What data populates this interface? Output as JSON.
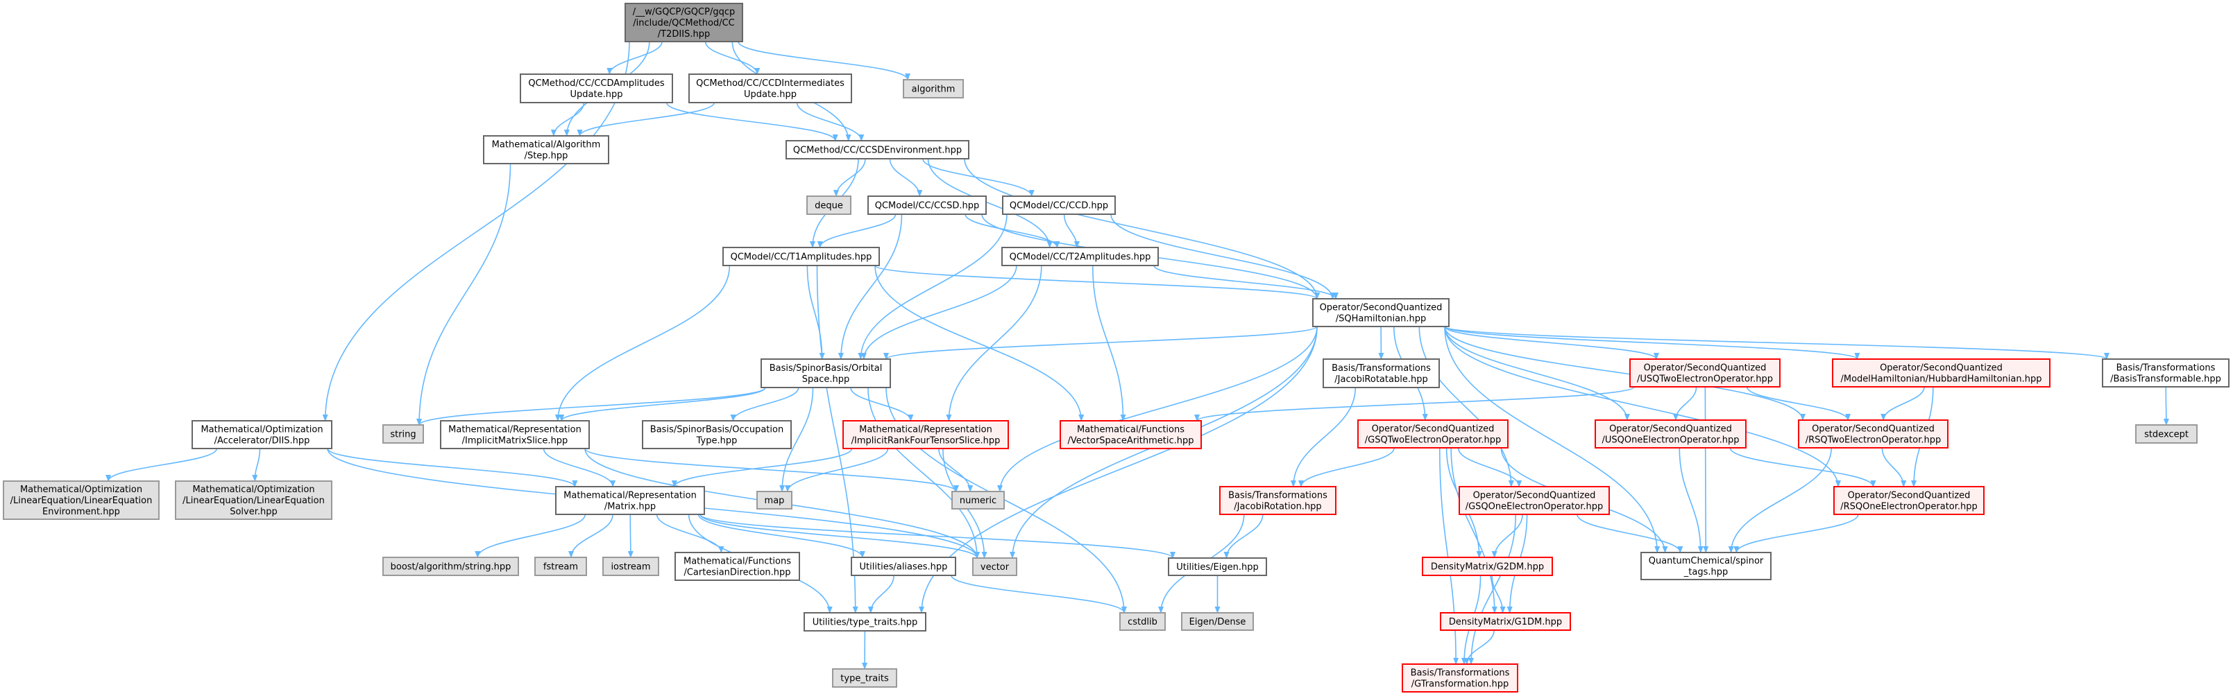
{
  "colors": {
    "edge": "#63b8ff",
    "truncated_border": "#ff0000",
    "root_fill": "#999999",
    "system_fill": "#e0e0e0"
  },
  "nodes": [
    {
      "id": "root",
      "kind": "root",
      "lines": [
        "/__w/GQCP/GQCP/gqcp",
        "/include/QCMethod/CC",
        "/T2DIIS.hpp"
      ]
    },
    {
      "id": "ccdamp",
      "kind": "normal",
      "lines": [
        "QCMethod/CC/CCDAmplitudes",
        "Update.hpp"
      ]
    },
    {
      "id": "ccdint",
      "kind": "normal",
      "lines": [
        "QCMethod/CC/CCDIntermediates",
        "Update.hpp"
      ]
    },
    {
      "id": "algorithm",
      "kind": "gray",
      "lines": [
        "algorithm"
      ]
    },
    {
      "id": "step",
      "kind": "normal",
      "lines": [
        "Mathematical/Algorithm",
        "/Step.hpp"
      ]
    },
    {
      "id": "ccsdenv",
      "kind": "normal",
      "lines": [
        "QCMethod/CC/CCSDEnvironment.hpp"
      ]
    },
    {
      "id": "deque",
      "kind": "gray",
      "lines": [
        "deque"
      ]
    },
    {
      "id": "ccsd",
      "kind": "normal",
      "lines": [
        "QCModel/CC/CCSD.hpp"
      ]
    },
    {
      "id": "ccd",
      "kind": "normal",
      "lines": [
        "QCModel/CC/CCD.hpp"
      ]
    },
    {
      "id": "t1",
      "kind": "normal",
      "lines": [
        "QCModel/CC/T1Amplitudes.hpp"
      ]
    },
    {
      "id": "t2",
      "kind": "normal",
      "lines": [
        "QCModel/CC/T2Amplitudes.hpp"
      ]
    },
    {
      "id": "sqh",
      "kind": "normal",
      "lines": [
        "Operator/SecondQuantized",
        "/SQHamiltonian.hpp"
      ]
    },
    {
      "id": "orbital",
      "kind": "normal",
      "lines": [
        "Basis/SpinorBasis/Orbital",
        "Space.hpp"
      ]
    },
    {
      "id": "jacobirotatable",
      "kind": "normal",
      "lines": [
        "Basis/Transformations",
        "/JacobiRotatable.hpp"
      ]
    },
    {
      "id": "usqtwo",
      "kind": "red",
      "lines": [
        "Operator/SecondQuantized",
        "/USQTwoElectronOperator.hpp"
      ]
    },
    {
      "id": "hubbard",
      "kind": "red",
      "lines": [
        "Operator/SecondQuantized",
        "/ModelHamiltonian/HubbardHamiltonian.hpp"
      ]
    },
    {
      "id": "basistransformable",
      "kind": "normal",
      "lines": [
        "Basis/Transformations",
        "/BasisTransformable.hpp"
      ]
    },
    {
      "id": "string",
      "kind": "gray",
      "lines": [
        "string"
      ]
    },
    {
      "id": "diis",
      "kind": "normal",
      "lines": [
        "Mathematical/Optimization",
        "/Accelerator/DIIS.hpp"
      ]
    },
    {
      "id": "ims",
      "kind": "normal",
      "lines": [
        "Mathematical/Representation",
        "/ImplicitMatrixSlice.hpp"
      ]
    },
    {
      "id": "occupation",
      "kind": "normal",
      "lines": [
        "Basis/SpinorBasis/Occupation",
        "Type.hpp"
      ]
    },
    {
      "id": "irfts",
      "kind": "red",
      "lines": [
        "Mathematical/Representation",
        "/ImplicitRankFourTensorSlice.hpp"
      ]
    },
    {
      "id": "vsa",
      "kind": "red",
      "lines": [
        "Mathematical/Functions",
        "/VectorSpaceArithmetic.hpp"
      ]
    },
    {
      "id": "gsqtwo",
      "kind": "red",
      "lines": [
        "Operator/SecondQuantized",
        "/GSQTwoElectronOperator.hpp"
      ]
    },
    {
      "id": "usqone",
      "kind": "red",
      "lines": [
        "Operator/SecondQuantized",
        "/USQOneElectronOperator.hpp"
      ]
    },
    {
      "id": "rsqtwo",
      "kind": "red",
      "lines": [
        "Operator/SecondQuantized",
        "/RSQTwoElectronOperator.hpp"
      ]
    },
    {
      "id": "stdexcept",
      "kind": "gray",
      "lines": [
        "stdexcept"
      ]
    },
    {
      "id": "lee",
      "kind": "gray",
      "lines": [
        "Mathematical/Optimization",
        "/LinearEquation/LinearEquation",
        "Environment.hpp"
      ]
    },
    {
      "id": "les",
      "kind": "gray",
      "lines": [
        "Mathematical/Optimization",
        "/LinearEquation/LinearEquation",
        "Solver.hpp"
      ]
    },
    {
      "id": "matrix",
      "kind": "normal",
      "lines": [
        "Mathematical/Representation",
        "/Matrix.hpp"
      ]
    },
    {
      "id": "map",
      "kind": "gray",
      "lines": [
        "map"
      ]
    },
    {
      "id": "numeric",
      "kind": "gray",
      "lines": [
        "numeric"
      ]
    },
    {
      "id": "jacobirot",
      "kind": "red",
      "lines": [
        "Basis/Transformations",
        "/JacobiRotation.hpp"
      ]
    },
    {
      "id": "gsqone",
      "kind": "red",
      "lines": [
        "Operator/SecondQuantized",
        "/GSQOneElectronOperator.hpp"
      ]
    },
    {
      "id": "rsqone",
      "kind": "red",
      "lines": [
        "Operator/SecondQuantized",
        "/RSQOneElectronOperator.hpp"
      ]
    },
    {
      "id": "boost",
      "kind": "gray",
      "lines": [
        "boost/algorithm/string.hpp"
      ]
    },
    {
      "id": "fstream",
      "kind": "gray",
      "lines": [
        "fstream"
      ]
    },
    {
      "id": "iostream",
      "kind": "gray",
      "lines": [
        "iostream"
      ]
    },
    {
      "id": "cartesian",
      "kind": "normal",
      "lines": [
        "Mathematical/Functions",
        "/CartesianDirection.hpp"
      ]
    },
    {
      "id": "aliases",
      "kind": "normal",
      "lines": [
        "Utilities/aliases.hpp"
      ]
    },
    {
      "id": "vector",
      "kind": "gray",
      "lines": [
        "vector"
      ]
    },
    {
      "id": "eigen",
      "kind": "normal",
      "lines": [
        "Utilities/Eigen.hpp"
      ]
    },
    {
      "id": "g2dm",
      "kind": "red",
      "lines": [
        "DensityMatrix/G2DM.hpp"
      ]
    },
    {
      "id": "spinor",
      "kind": "normal",
      "lines": [
        "QuantumChemical/spinor",
        "_tags.hpp"
      ]
    },
    {
      "id": "typetraitshpp",
      "kind": "normal",
      "lines": [
        "Utilities/type_traits.hpp"
      ]
    },
    {
      "id": "cstdlib",
      "kind": "gray",
      "lines": [
        "cstdlib"
      ]
    },
    {
      "id": "eigendense",
      "kind": "gray",
      "lines": [
        "Eigen/Dense"
      ]
    },
    {
      "id": "g1dm",
      "kind": "red",
      "lines": [
        "DensityMatrix/G1DM.hpp"
      ]
    },
    {
      "id": "typetraits",
      "kind": "gray",
      "lines": [
        "type_traits"
      ]
    },
    {
      "id": "gtrans",
      "kind": "red",
      "lines": [
        "Basis/Transformations",
        "/GTransformation.hpp"
      ]
    }
  ],
  "edges": [
    [
      "root",
      "step"
    ],
    [
      "root",
      "ccdamp"
    ],
    [
      "root",
      "ccdint"
    ],
    [
      "root",
      "ccsdenv"
    ],
    [
      "root",
      "algorithm"
    ],
    [
      "root",
      "diis"
    ],
    [
      "ccdamp",
      "step"
    ],
    [
      "ccdamp",
      "ccsdenv"
    ],
    [
      "ccdint",
      "step"
    ],
    [
      "ccdint",
      "ccsdenv"
    ],
    [
      "step",
      "string"
    ],
    [
      "ccsdenv",
      "deque"
    ],
    [
      "ccsdenv",
      "ccsd"
    ],
    [
      "ccsdenv",
      "ccd"
    ],
    [
      "ccsdenv",
      "t1"
    ],
    [
      "ccsdenv",
      "t2"
    ],
    [
      "ccsdenv",
      "sqh"
    ],
    [
      "ccsd",
      "t1"
    ],
    [
      "ccsd",
      "t2"
    ],
    [
      "ccsd",
      "orbital"
    ],
    [
      "ccsd",
      "sqh"
    ],
    [
      "ccd",
      "t2"
    ],
    [
      "ccd",
      "orbital"
    ],
    [
      "ccd",
      "sqh"
    ],
    [
      "t1",
      "sqh"
    ],
    [
      "t1",
      "orbital"
    ],
    [
      "t1",
      "ims"
    ],
    [
      "t1",
      "vsa"
    ],
    [
      "t1",
      "typetraitshpp"
    ],
    [
      "t2",
      "sqh"
    ],
    [
      "t2",
      "orbital"
    ],
    [
      "t2",
      "irfts"
    ],
    [
      "t2",
      "vsa"
    ],
    [
      "sqh",
      "orbital"
    ],
    [
      "sqh",
      "jacobirotatable"
    ],
    [
      "sqh",
      "usqtwo"
    ],
    [
      "sqh",
      "hubbard"
    ],
    [
      "sqh",
      "basistransformable"
    ],
    [
      "sqh",
      "gsqtwo"
    ],
    [
      "sqh",
      "usqone"
    ],
    [
      "sqh",
      "rsqtwo"
    ],
    [
      "sqh",
      "gsqone"
    ],
    [
      "sqh",
      "rsqone"
    ],
    [
      "sqh",
      "spinor"
    ],
    [
      "sqh",
      "numeric"
    ],
    [
      "sqh",
      "vector"
    ],
    [
      "sqh",
      "typetraitshpp"
    ],
    [
      "orbital",
      "string"
    ],
    [
      "orbital",
      "ims"
    ],
    [
      "orbital",
      "occupation"
    ],
    [
      "orbital",
      "irfts"
    ],
    [
      "orbital",
      "map"
    ],
    [
      "orbital",
      "vector"
    ],
    [
      "orbital",
      "cstdlib"
    ],
    [
      "diis",
      "lee"
    ],
    [
      "diis",
      "les"
    ],
    [
      "diis",
      "matrix"
    ],
    [
      "diis",
      "vector"
    ],
    [
      "ims",
      "matrix"
    ],
    [
      "ims",
      "numeric"
    ],
    [
      "ims",
      "vector"
    ],
    [
      "irfts",
      "matrix"
    ],
    [
      "irfts",
      "map"
    ],
    [
      "irfts",
      "numeric"
    ],
    [
      "irfts",
      "vector"
    ],
    [
      "matrix",
      "boost"
    ],
    [
      "matrix",
      "fstream"
    ],
    [
      "matrix",
      "iostream"
    ],
    [
      "matrix",
      "cartesian"
    ],
    [
      "matrix",
      "aliases"
    ],
    [
      "matrix",
      "typetraitshpp"
    ],
    [
      "matrix",
      "vector"
    ],
    [
      "matrix",
      "eigen"
    ],
    [
      "aliases",
      "typetraitshpp"
    ],
    [
      "aliases",
      "cstdlib"
    ],
    [
      "typetraitshpp",
      "typetraits"
    ],
    [
      "jacobirotatable",
      "jacobirot"
    ],
    [
      "usqtwo",
      "vsa"
    ],
    [
      "usqtwo",
      "usqone"
    ],
    [
      "usqtwo",
      "rsqtwo"
    ],
    [
      "usqtwo",
      "spinor"
    ],
    [
      "hubbard",
      "rsqtwo"
    ],
    [
      "hubbard",
      "rsqone"
    ],
    [
      "basistransformable",
      "stdexcept"
    ],
    [
      "gsqtwo",
      "jacobirot"
    ],
    [
      "gsqtwo",
      "gsqone"
    ],
    [
      "gsqtwo",
      "g2dm"
    ],
    [
      "gsqtwo",
      "g1dm"
    ],
    [
      "gsqtwo",
      "gtrans"
    ],
    [
      "gsqtwo",
      "spinor"
    ],
    [
      "usqone",
      "rsqone"
    ],
    [
      "usqone",
      "spinor"
    ],
    [
      "rsqtwo",
      "rsqone"
    ],
    [
      "rsqtwo",
      "spinor"
    ],
    [
      "jacobirot",
      "eigen"
    ],
    [
      "jacobirot",
      "cstdlib"
    ],
    [
      "gsqone",
      "g2dm"
    ],
    [
      "gsqone",
      "g1dm"
    ],
    [
      "gsqone",
      "gtrans"
    ],
    [
      "gsqone",
      "spinor"
    ],
    [
      "rsqone",
      "spinor"
    ],
    [
      "eigen",
      "eigendense"
    ],
    [
      "g2dm",
      "g1dm"
    ],
    [
      "g2dm",
      "gtrans"
    ],
    [
      "g1dm",
      "gtrans"
    ]
  ]
}
